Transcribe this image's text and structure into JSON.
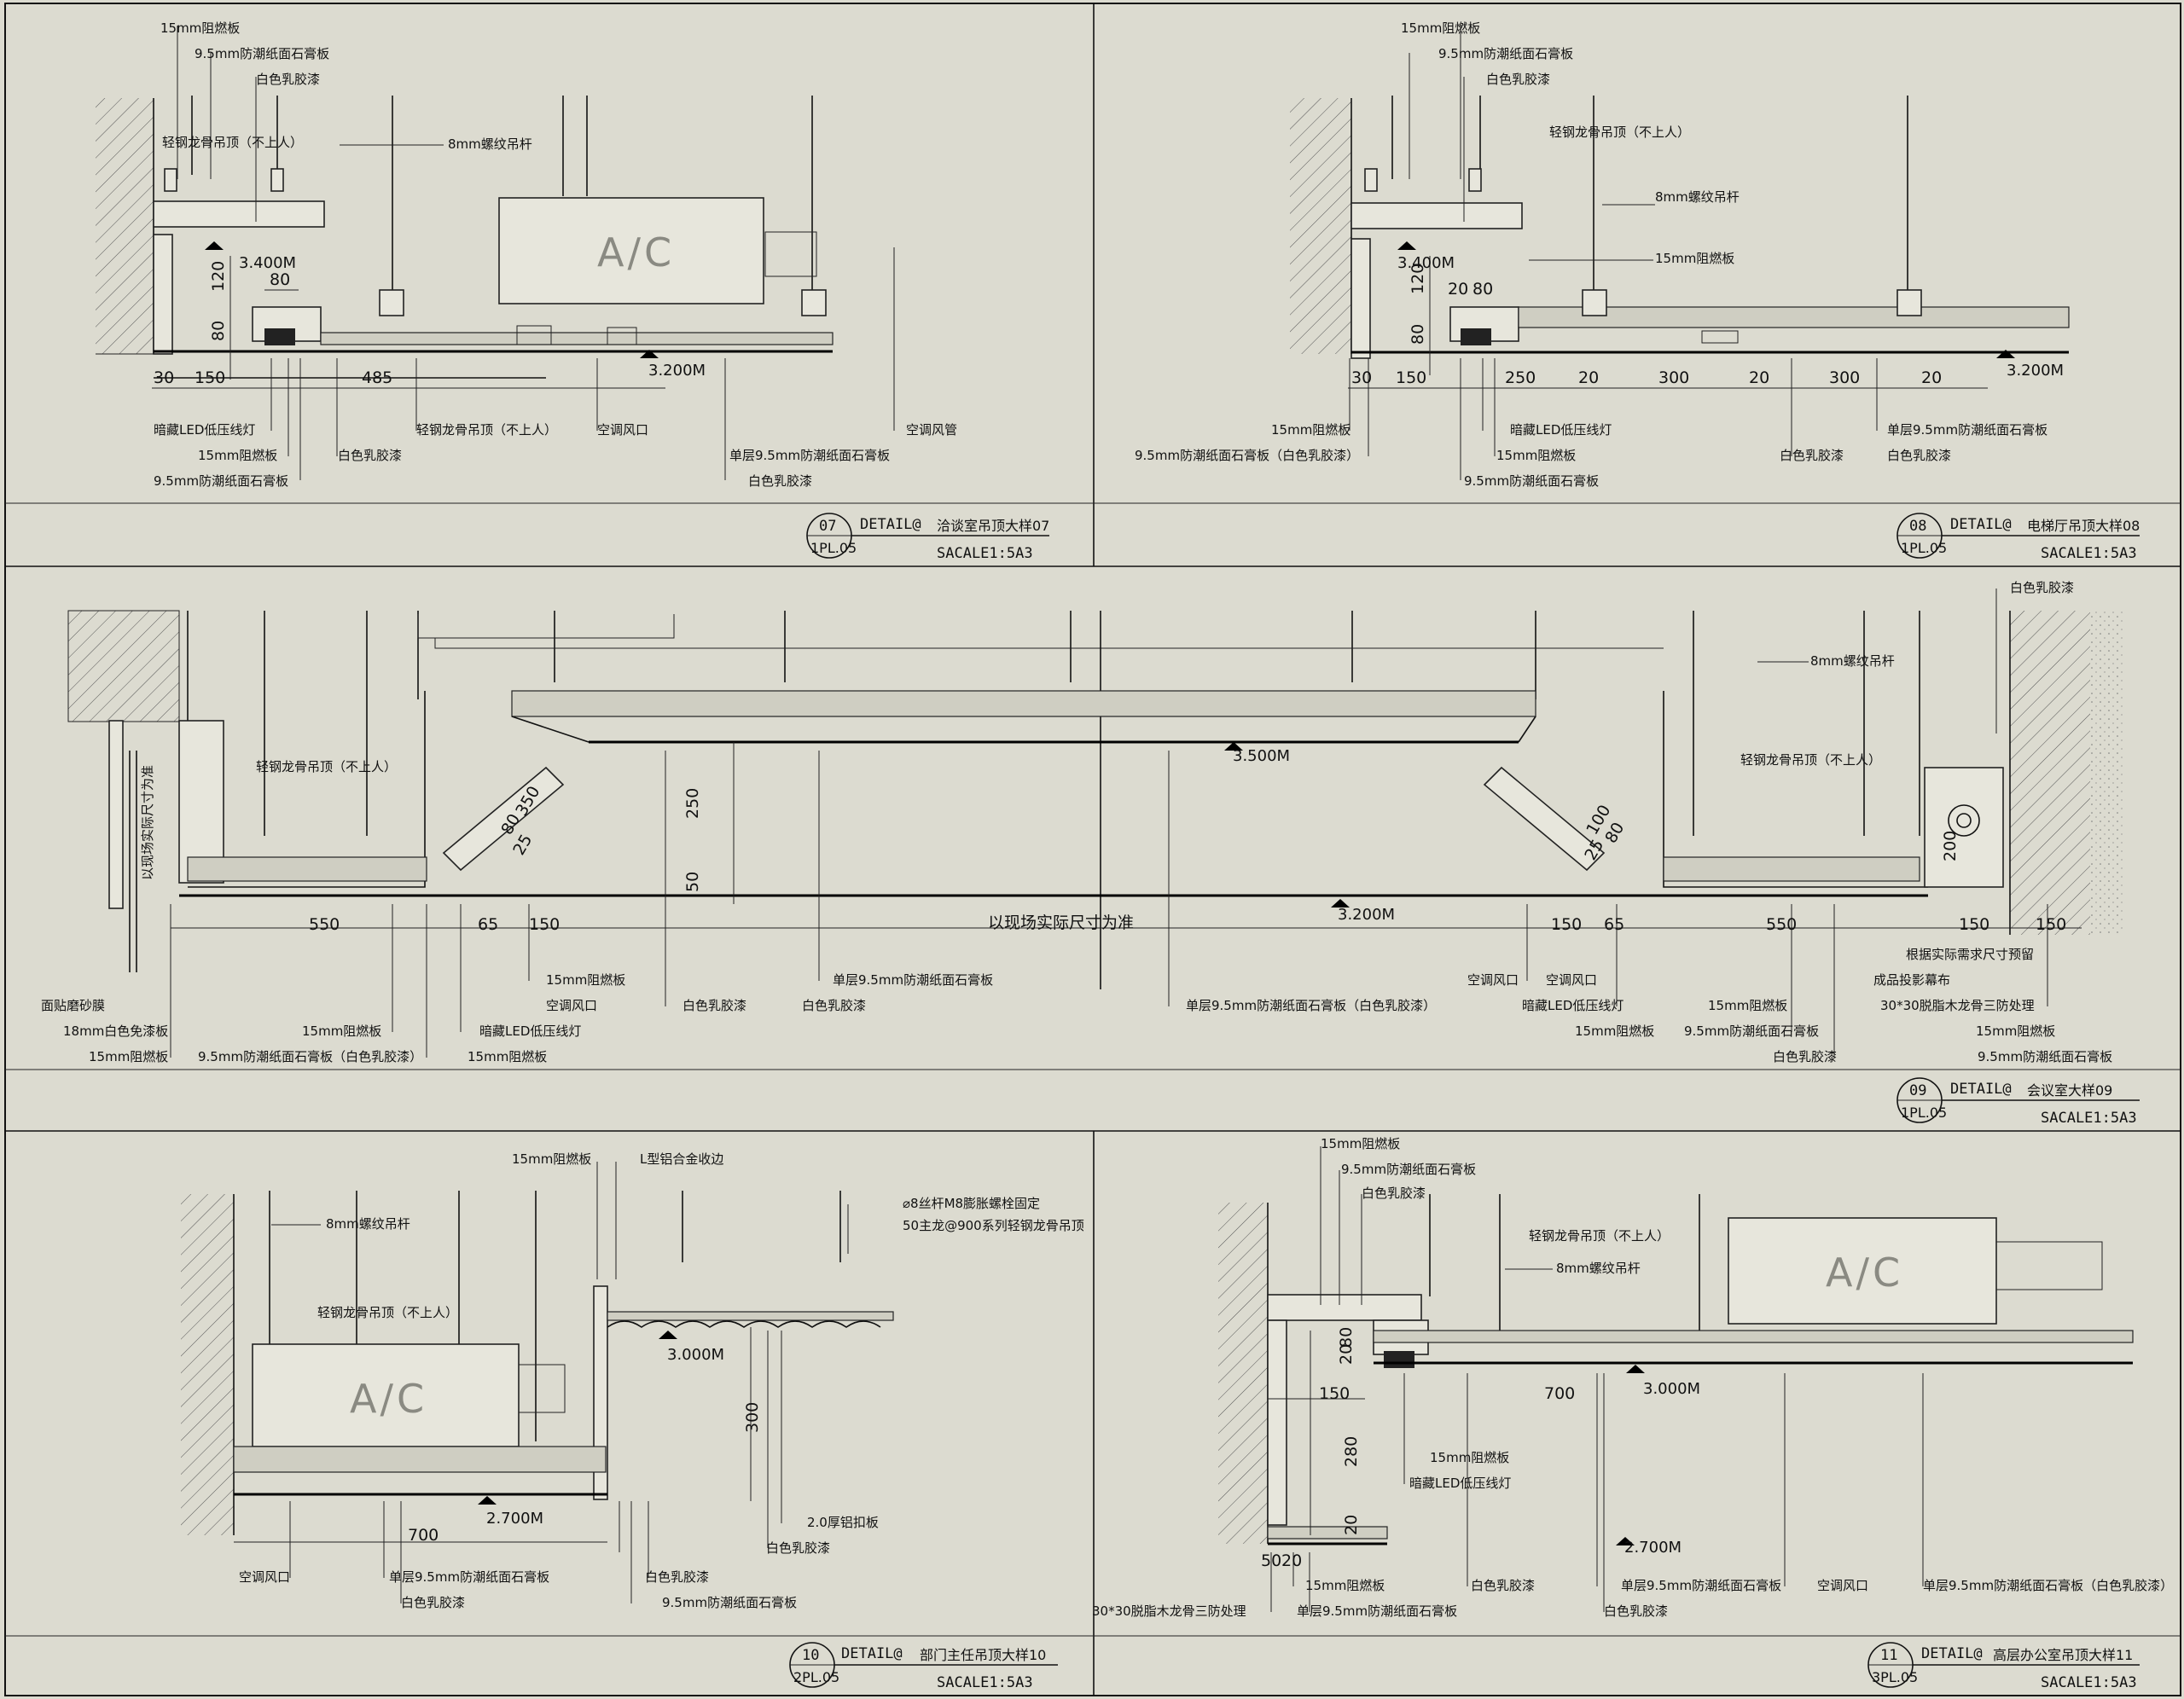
{
  "panels": {
    "d07": {
      "number": "07",
      "sheet": "1PL.05",
      "prefix": "DETAIL@",
      "title": "洽谈室吊顶大样07",
      "scale": "SACALE1:5A3",
      "top_labels": [
        "15mm阻燃板",
        "9.5mm防潮纸面石膏板",
        "白色乳胶漆",
        "轻钢龙骨吊顶（不上人）",
        "8mm螺纹吊杆"
      ],
      "bottom_labels": [
        "暗藏LED低压线灯",
        "15mm阻燃板",
        "9.5mm防潮纸面石膏板",
        "白色乳胶漆",
        "轻钢龙骨吊顶（不上人）",
        "空调风口",
        "单层9.5mm防潮纸面石膏板",
        "白色乳胶漆",
        "空调风管"
      ],
      "dims": [
        "120",
        "80",
        "80",
        "30",
        "150",
        "485"
      ],
      "levels": [
        "3.400M",
        "3.200M"
      ],
      "ac": "A/C"
    },
    "d08": {
      "number": "08",
      "sheet": "1PL.05",
      "prefix": "DETAIL@",
      "title": "电梯厅吊顶大样08",
      "scale": "SACALE1:5A3",
      "top_labels": [
        "15mm阻燃板",
        "9.5mm防潮纸面石膏板",
        "白色乳胶漆",
        "轻钢龙骨吊顶（不上人）",
        "8mm螺纹吊杆",
        "15mm阻燃板"
      ],
      "bottom_labels": [
        "15mm阻燃板",
        "9.5mm防潮纸面石膏板（白色乳胶漆）",
        "暗藏LED低压线灯",
        "15mm阻燃板",
        "9.5mm防潮纸面石膏板",
        "白色乳胶漆",
        "单层9.5mm防潮纸面石膏板",
        "白色乳胶漆"
      ],
      "dims": [
        "120",
        "80",
        "20",
        "80",
        "30",
        "150",
        "250",
        "20",
        "300",
        "20",
        "300",
        "20"
      ],
      "levels": [
        "3.400M",
        "3.200M"
      ]
    },
    "d09": {
      "number": "09",
      "sheet": "1PL.05",
      "prefix": "DETAIL@",
      "title": "会议室大样09",
      "scale": "SACALE1:5A3",
      "top_labels": [
        "白色乳胶漆",
        "8mm螺纹吊杆",
        "轻钢龙骨吊顶（不上人）",
        "轻钢龙骨吊顶（不上人）",
        "以现场实际尺寸为准"
      ],
      "bottom_labels": [
        "面贴磨砂膜",
        "18mm白色免漆板",
        "15mm阻燃板",
        "15mm阻燃板",
        "9.5mm防潮纸面石膏板（白色乳胶漆）",
        "暗藏LED低压线灯",
        "15mm阻燃板",
        "15mm阻燃板",
        "空调风口",
        "白色乳胶漆",
        "单层9.5mm防潮纸面石膏板",
        "白色乳胶漆",
        "单层9.5mm防潮纸面石膏板（白色乳胶漆）",
        "空调风口",
        "空调风口",
        "暗藏LED低压线灯",
        "15mm阻燃板",
        "15mm阻燃板",
        "9.5mm防潮纸面石膏板",
        "白色乳胶漆",
        "根据实际需求尺寸预留",
        "成品投影幕布",
        "30*30脱脂木龙骨三防处理",
        "15mm阻燃板",
        "9.5mm防潮纸面石膏板"
      ],
      "dims": [
        "550",
        "65",
        "150",
        "250",
        "50",
        "350",
        "80",
        "25",
        "100",
        "80",
        "25",
        "150",
        "65",
        "550",
        "200",
        "150",
        "150"
      ],
      "center_note": "以现场实际尺寸为准",
      "levels": [
        "3.500M",
        "3.200M"
      ]
    },
    "d10": {
      "number": "10",
      "sheet": "2PL.05",
      "prefix": "DETAIL@",
      "title": "部门主任吊顶大样10",
      "scale": "SACALE1:5A3",
      "top_labels": [
        "15mm阻燃板",
        "L型铝合金收边",
        "⌀8丝杆M8膨胀螺栓固定",
        "50主龙@900系列轻钢龙骨吊顶",
        "8mm螺纹吊杆",
        "轻钢龙骨吊顶（不上人）"
      ],
      "bottom_labels": [
        "2.0厚铝扣板",
        "白色乳胶漆",
        "空调风口",
        "单层9.5mm防潮纸面石膏板",
        "白色乳胶漆",
        "白色乳胶漆",
        "9.5mm防潮纸面石膏板"
      ],
      "dims": [
        "300",
        "700"
      ],
      "levels": [
        "3.000M",
        "2.700M"
      ],
      "ac": "A/C"
    },
    "d11": {
      "number": "11",
      "sheet": "3PL.05",
      "prefix": "DETAIL@",
      "title": "高层办公室吊顶大样11",
      "scale": "SACALE1:5A3",
      "top_labels": [
        "15mm阻燃板",
        "9.5mm防潮纸面石膏板",
        "白色乳胶漆",
        "轻钢龙骨吊顶（不上人）",
        "8mm螺纹吊杆"
      ],
      "bottom_labels": [
        "15mm阻燃板",
        "暗藏LED低压线灯",
        "30*30脱脂木龙骨三防处理",
        "15mm阻燃板",
        "单层9.5mm防潮纸面石膏板",
        "白色乳胶漆",
        "单层9.5mm防潮纸面石膏板",
        "白色乳胶漆",
        "空调风口",
        "单层9.5mm防潮纸面石膏板（白色乳胶漆）"
      ],
      "dims": [
        "20",
        "80",
        "150",
        "280",
        "20",
        "50",
        "20",
        "700"
      ],
      "levels": [
        "3.000M",
        "2.700M"
      ],
      "ac": "A/C"
    }
  }
}
